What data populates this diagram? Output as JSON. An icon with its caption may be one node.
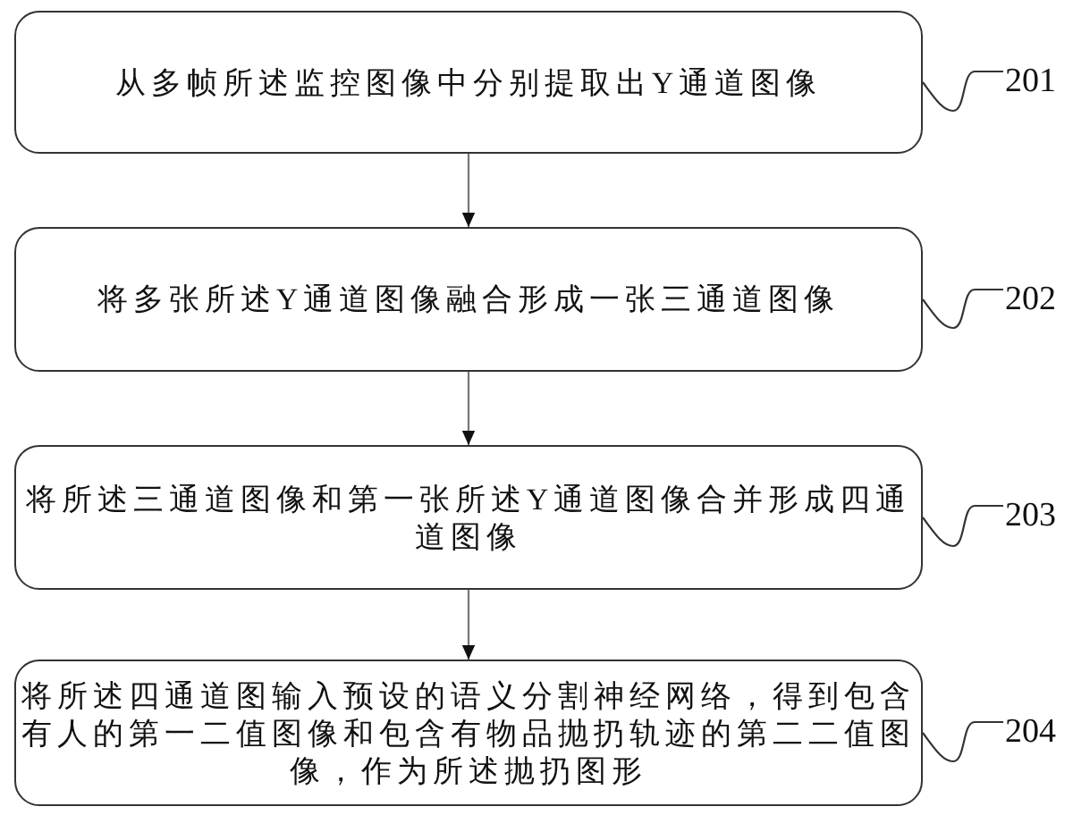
{
  "diagram": {
    "nodes": [
      {
        "text": [
          "从多帧所述监控图像中分别提取出Y通道图像"
        ]
      },
      {
        "text": [
          "201"
        ]
      },
      {
        "text": [
          "将多张所述Y通道图像融合形成一张三通道图像"
        ]
      },
      {
        "text": [
          "202"
        ]
      },
      {
        "text": [
          "将所述三通道图像和第一张所述Y通道图像合并形成四通道图像"
        ]
      },
      {
        "text": [
          "203"
        ]
      },
      {
        "text": [
          "将所述四通道图输入预设的语义分割神经网络，得到包含有人的第一二值图像和包含有物品抛扔轨迹的第二二值图像，作为所述抛扔图形"
        ]
      },
      {
        "text": [
          "204"
        ]
      }
    ],
    "edges": [
      {
        "from": 0,
        "to": 2,
        "arrow": "to"
      },
      {
        "from": 2,
        "to": 4,
        "arrow": "to"
      },
      {
        "from": 4,
        "to": 6,
        "arrow": "to"
      },
      {
        "from": 1,
        "to": 0,
        "arrow": "none"
      },
      {
        "from": 3,
        "to": 2,
        "arrow": "none"
      },
      {
        "from": 5,
        "to": 4,
        "arrow": "none"
      },
      {
        "from": 7,
        "to": 6,
        "arrow": "none"
      }
    ]
  }
}
